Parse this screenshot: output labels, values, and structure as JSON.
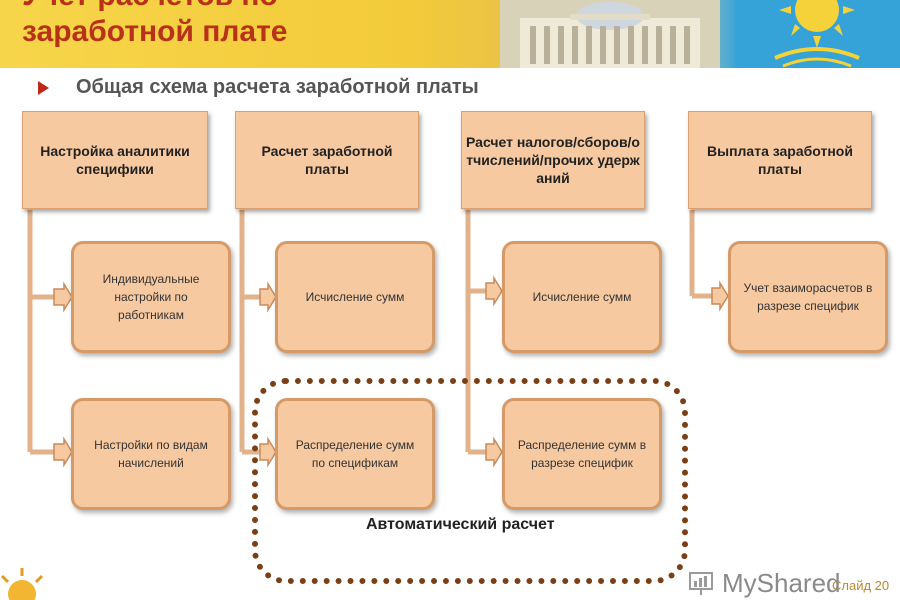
{
  "header": {
    "title_line1": "Учет расчетов по",
    "title_line2": "заработной плате"
  },
  "subtitle": "Общая схема расчета заработной платы",
  "columns": [
    {
      "header": "Настройка аналитики специфики",
      "items": [
        "Индивидуальные настройки по работникам",
        "Настройки по видам начислений"
      ]
    },
    {
      "header": "Расчет заработной платы",
      "items": [
        "Исчисление сумм",
        "Распределение сумм по спецификам"
      ]
    },
    {
      "header": "Расчет налогов/сборов/отчислений/прочих удержаний",
      "items": [
        "Исчисление сумм",
        "Распределение сумм в разрезе специфик"
      ]
    },
    {
      "header": "Выплата заработной платы",
      "items": [
        "Учет взаиморасчетов в разрезе специфик"
      ]
    }
  ],
  "auto_label": "Автоматический расчет",
  "watermark": {
    "logo_text": "MyShared",
    "page_label": "Слайд 20"
  },
  "colors": {
    "box_fill": "#f6c9a1",
    "box_border": "#d49a68",
    "title_red": "#b8321a",
    "dotted_brown": "#7a3f17"
  }
}
